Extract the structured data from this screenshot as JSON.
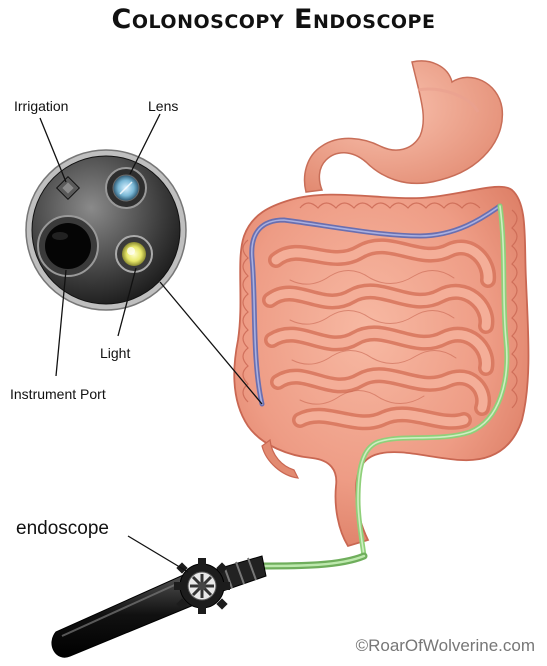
{
  "title": "Colonoscopy Endoscope",
  "labels": {
    "irrigation": "Irrigation",
    "lens": "Lens",
    "light": "Light",
    "instrument_port": "Instrument Port",
    "endoscope": "endoscope"
  },
  "credit": "©RoarOfWolverine.com",
  "colors": {
    "organ": "#f0a089",
    "organ_shadow": "#c96752",
    "scope_blue": "#6a6fb0",
    "scope_green": "#8fd07a",
    "tip_dark": "#2a2a2a",
    "tip_light": "#e8e86a"
  }
}
